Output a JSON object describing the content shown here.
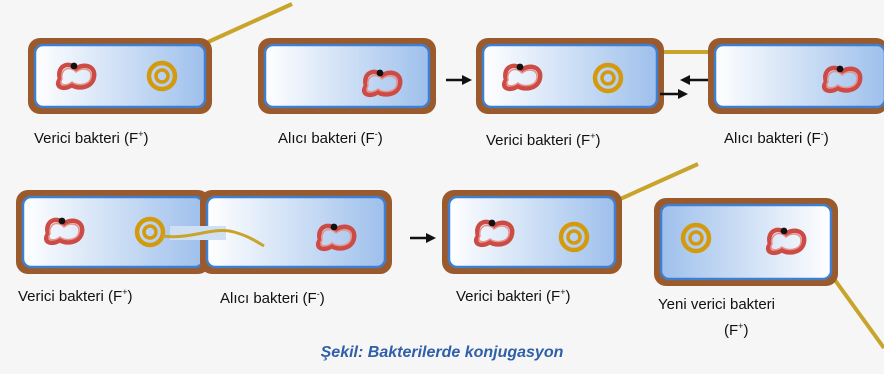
{
  "colors": {
    "background": "#f6f6f6",
    "cell_border": "#9a5a2c",
    "membrane": "#3f7fd0",
    "cytoplasm_light": "#ffffff",
    "cytoplasm_blue": "#9ec0ec",
    "chromosome": "#cc4b45",
    "plasmid": "#d49a0e",
    "pilus": "#c8a42b",
    "caption": "#2e5fa8"
  },
  "labels": {
    "donor": "Verici bakteri",
    "donor_sign": "(F",
    "plus": "+",
    "recipient": "Alıcı bakteri",
    "recipient_sign": "(F",
    "minus": "-",
    "close": ")",
    "new_donor_line1": "Yeni verici bakteri",
    "new_donor_line2": "(F",
    "caption": "Şekil: Bakterilerde  konjugasyon"
  },
  "icons": {
    "chromosome": "chromosome-icon",
    "plasmid": "plasmid-icon",
    "pilus": "pilus-icon",
    "arrow": "arrow-right-icon"
  }
}
